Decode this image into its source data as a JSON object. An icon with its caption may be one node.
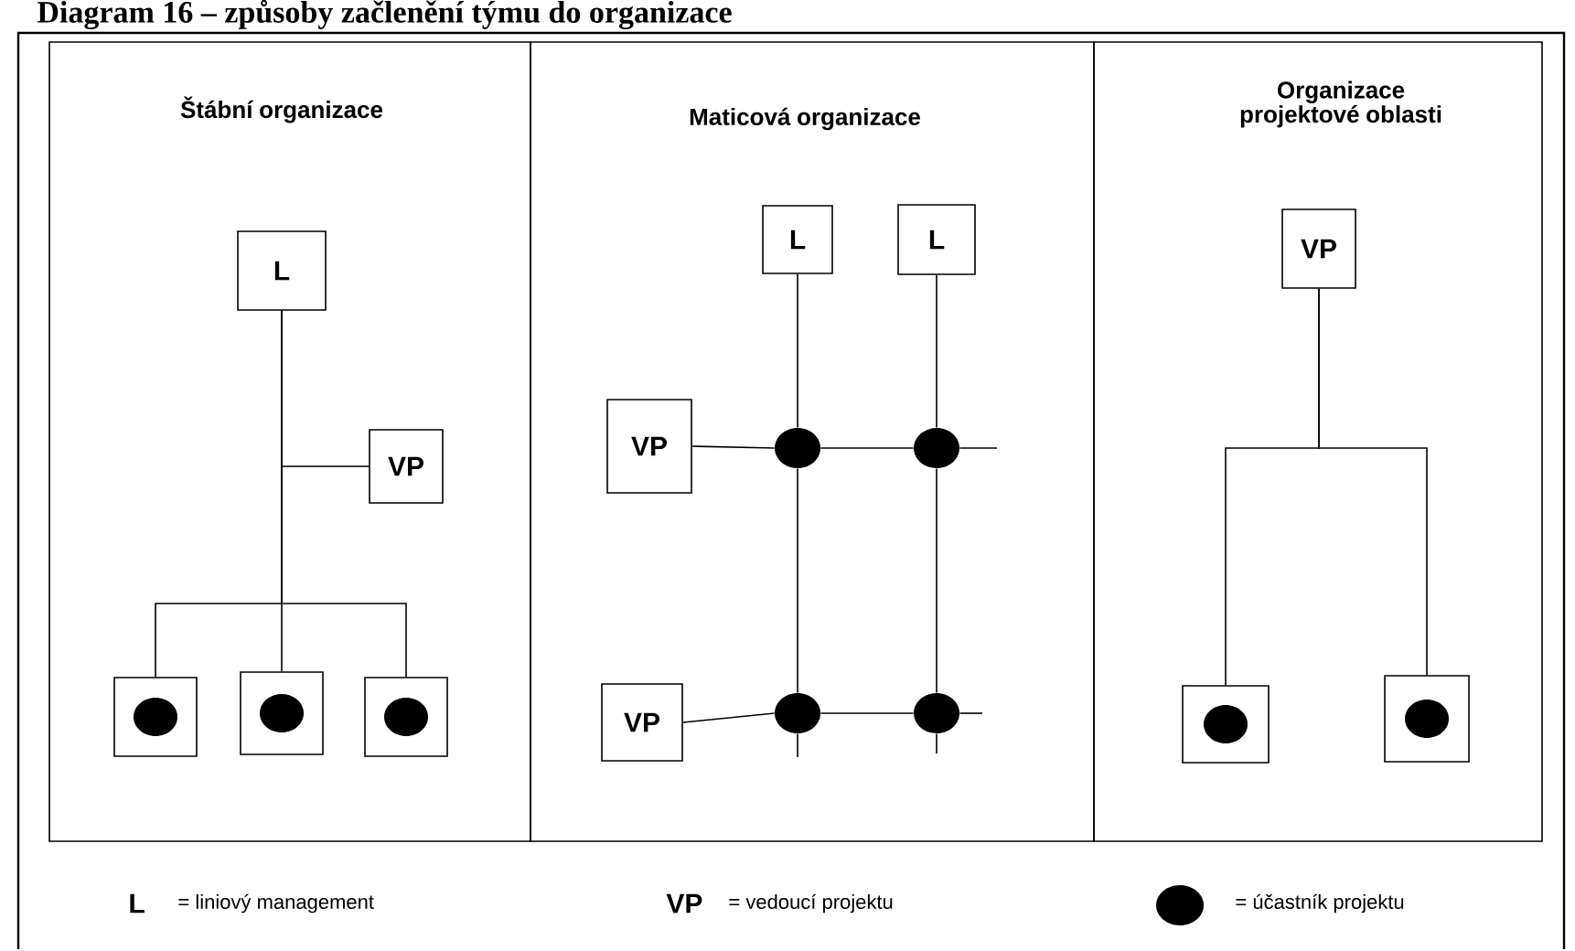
{
  "diagram": {
    "title": "Diagram 16 – způsoby začlenění týmu do organizace",
    "nodes": [
      {
        "text": [
          "Štábní organizace"
        ]
      },
      {
        "text": [
          "L"
        ],
        "in": 0
      },
      {
        "text": [
          "VP"
        ],
        "in": 0
      },
      {
        "text": [],
        "shape": "box",
        "in": 0
      },
      {
        "text": [],
        "shape": "box",
        "in": 0
      },
      {
        "text": [],
        "shape": "box",
        "in": 0
      },
      {
        "text": [
          "Maticová organizace"
        ]
      },
      {
        "text": [
          "L"
        ],
        "in": 6
      },
      {
        "text": [
          "L"
        ],
        "in": 6
      },
      {
        "text": [
          "VP"
        ],
        "in": 6
      },
      {
        "text": [
          "VP"
        ],
        "in": 6
      },
      {
        "text": [],
        "shape": "circle",
        "in": 6
      },
      {
        "text": [],
        "shape": "circle",
        "in": 6
      },
      {
        "text": [],
        "shape": "circle",
        "in": 6
      },
      {
        "text": [],
        "shape": "circle",
        "in": 6
      },
      {
        "text": [
          "Organizace projektové oblasti"
        ]
      },
      {
        "text": [
          "VP"
        ],
        "in": 15
      },
      {
        "text": [],
        "shape": "box",
        "in": 15
      },
      {
        "text": [],
        "shape": "box",
        "in": 15
      }
    ],
    "edges": [
      {
        "from": 1,
        "to": 2,
        "arrow": "none"
      },
      {
        "from": 1,
        "to": 3,
        "arrow": "none"
      },
      {
        "from": 1,
        "to": 4,
        "arrow": "none"
      },
      {
        "from": 1,
        "to": 5,
        "arrow": "none"
      },
      {
        "from": 7,
        "to": 11,
        "arrow": "none"
      },
      {
        "from": 11,
        "to": 13,
        "arrow": "none"
      },
      {
        "from": 13,
        "to": null,
        "arrow": "none"
      },
      {
        "from": 8,
        "to": 12,
        "arrow": "none"
      },
      {
        "from": 12,
        "to": 14,
        "arrow": "none"
      },
      {
        "from": 14,
        "to": null,
        "arrow": "none"
      },
      {
        "from": 9,
        "to": 11,
        "arrow": "none"
      },
      {
        "from": 11,
        "to": 12,
        "arrow": "none"
      },
      {
        "from": 12,
        "to": null,
        "arrow": "none"
      },
      {
        "from": 10,
        "to": 13,
        "arrow": "none"
      },
      {
        "from": 13,
        "to": 14,
        "arrow": "none"
      },
      {
        "from": 14,
        "to": null,
        "arrow": "none"
      },
      {
        "from": 16,
        "to": 17,
        "arrow": "none"
      },
      {
        "from": 16,
        "to": 18,
        "arrow": "none"
      }
    ],
    "labels": [
      "L",
      "= liniový management",
      "VP",
      "= vedoucí projektu",
      "= účastník projektu"
    ]
  }
}
